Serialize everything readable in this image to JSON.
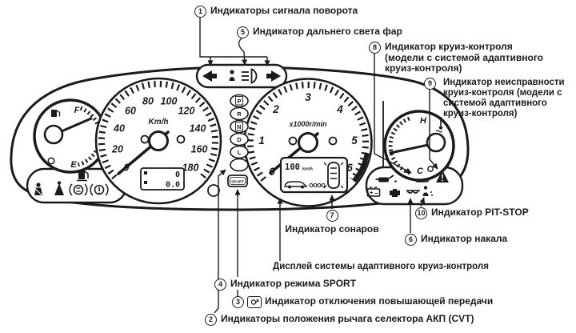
{
  "diagram": {
    "callouts": [
      {
        "num": "1",
        "label": "Индикаторы сигнала поворота"
      },
      {
        "num": "2",
        "label": "Индикаторы положения рычага селектора АКП (CVT)"
      },
      {
        "num": "3",
        "label": "Индикатор отключения повышающей передачи"
      },
      {
        "num": "4",
        "label": "Индикатор режима SPORT"
      },
      {
        "num": "5",
        "label": "Индикатор дальнего света фар"
      },
      {
        "num": "6",
        "label": "Индикатор накала"
      },
      {
        "num": "7",
        "label": "Индикатор сонаров"
      },
      {
        "num": "8",
        "label": "Индикатор круиз-контроля (модели с системой адаптивного круиз-контроля)"
      },
      {
        "num": "9",
        "label": "Индикатор неисправности круиз-контроля (модели с системой адаптивного круиз-контроля)"
      },
      {
        "num": "10",
        "label": "Индикатор PIT-STOP"
      }
    ],
    "acc_display_label": "Дисплей системы адаптивного круиз-контроля"
  },
  "cluster": {
    "speedometer": {
      "unit": "Km/h",
      "ticks": [
        "0",
        "20",
        "40",
        "60",
        "80",
        "100",
        "120",
        "140",
        "160",
        "180"
      ],
      "odometer_top": "0",
      "odometer_bottom": "0.0"
    },
    "tachometer": {
      "unit": "x1000r/min",
      "ticks": [
        "0",
        "1",
        "2",
        "3",
        "4",
        "5",
        "6"
      ]
    },
    "fuel_gauge": {
      "top": "F",
      "bottom": "E"
    },
    "temp_gauge": {
      "top": "H",
      "bottom": "C"
    },
    "gear_positions": [
      "P",
      "R",
      "N",
      "D",
      "L"
    ],
    "sport_label": "SPORT",
    "acc_display": {
      "speed": "100",
      "unit": "km/h"
    }
  },
  "colors": {
    "ink": "#1b1b1b",
    "paper": "#ffffff"
  }
}
